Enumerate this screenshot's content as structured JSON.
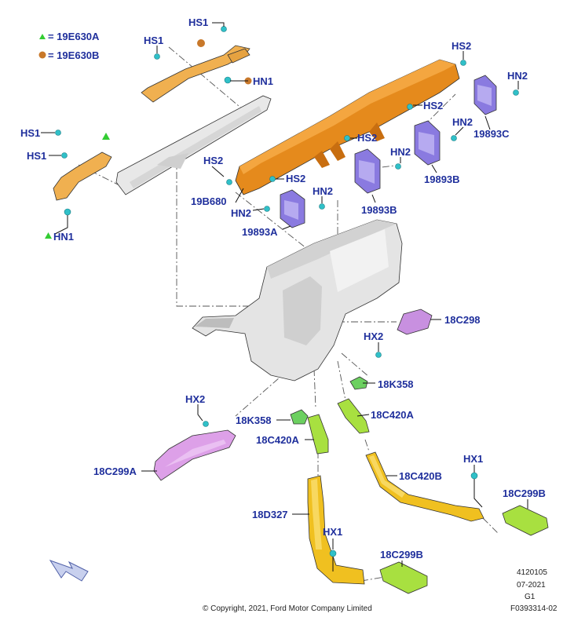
{
  "legend": [
    {
      "symbol": "triangle",
      "color": "#33cc33",
      "label": "= 19E630A"
    },
    {
      "symbol": "circle",
      "color": "#c8782a",
      "label": "= 19E630B"
    }
  ],
  "callouts": {
    "hs1_top": "HS1",
    "hs1_upper_left": "HS1",
    "hn1_top": "HN1",
    "hs1_left_a": "HS1",
    "hs1_left_b": "HS1",
    "hn1_left": "HN1",
    "hs2_right_top": "HS2",
    "hn2_right_top": "HN2",
    "hs2_mid": "HS2",
    "hn2_mid": "HN2",
    "p19893c": "19893C",
    "hs2_center": "HS2",
    "hn2_center": "HN2",
    "p19893b_right": "19893B",
    "p19893b_center": "19893B",
    "hs2_left": "HS2",
    "hs2_left_inner": "HS2",
    "p19b680": "19B680",
    "hn2_left": "HN2",
    "hn2_left_inner": "HN2",
    "p19893a": "19893A",
    "p18c298": "18C298",
    "hx2_right": "HX2",
    "p18k358_right": "18K358",
    "hx2_left": "HX2",
    "p18k358_left": "18K358",
    "p18c420a_right": "18C420A",
    "p18c420a_left": "18C420A",
    "p18c299a": "18C299A",
    "p18c420b": "18C420B",
    "hx1_right": "HX1",
    "p18c299b_right": "18C299B",
    "p18d327": "18D327",
    "hx1_bottom": "HX1",
    "p18c299b_bottom": "18C299B"
  },
  "footer": {
    "copyright": "© Copyright, 2021, Ford Motor Company Limited",
    "code1": "4120105",
    "code2": "07-2021",
    "code3": "G1",
    "code4": "F0393314-02"
  },
  "colors": {
    "callout_text": "#1f2f9c",
    "orange_duct": "#e58a1c",
    "light_orange": "#f0b050",
    "purple_actuator": "#8a7ae0",
    "green_part": "#a8e040",
    "yellow_duct": "#f0c020",
    "pink_duct": "#dda0e8",
    "fastener_cyan": "#30c0c8",
    "hvac_grey": "#e4e4e4"
  }
}
